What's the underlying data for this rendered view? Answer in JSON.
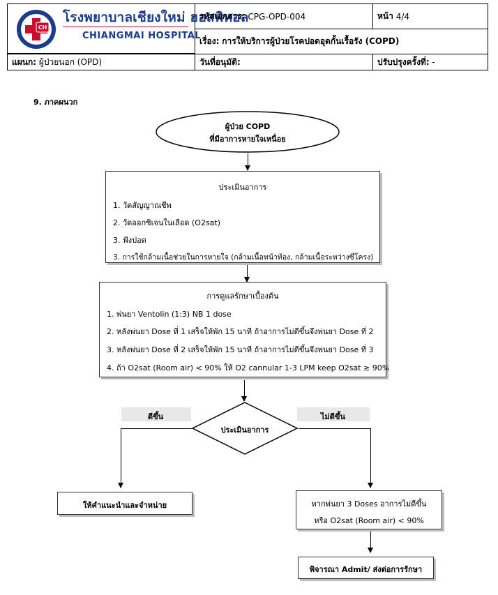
{
  "header": {
    "logo_text_thai": "โรงพยาบาลเชียงใหม่ ฮอสพิทอล",
    "logo_text_en": "CHIANGMAI HOSPITAL",
    "logo_badge": "CH",
    "doc_code_label": "รหัสเอกสาร:",
    "doc_code_value": "CPG-OPD-004",
    "page_label": "หน้า",
    "page_value": "4/4",
    "subject_label": "เรื่อง:",
    "subject_value": "การให้บริการผู้ป่วยโรคปอดอุดกั้นเรื้อรัง (COPD)",
    "dept_label": "แผนก:",
    "dept_value": "ผู้ป่วยนอก (OPD)",
    "approve_label": "วันที่อนุมัติ:",
    "approve_value": "",
    "revision_label": "ปรับปรุงครั้งที่:",
    "revision_value": "-"
  },
  "section_title": "9. ภาคผนวก",
  "flow": {
    "start_line1": "ผู้ป่วย COPD",
    "start_line2": "ที่มีอาการหายใจเหนื่อย",
    "assess_title": "ประเมินอาการ",
    "assess_items": [
      "1. วัดสัญญาณชีพ",
      "2. วัดออกซิเจนในเลือด (O2sat)",
      "3. ฟังปอด",
      "3. การใช้กล้ามเนื้อช่วยในการหายใจ (กล้ามเนื้อหน้าท้อง, กล้ามเนื้อระหว่างซี่โครง)"
    ],
    "treat_title": "การดูแลรักษาเบื้องต้น",
    "treat_items": [
      "1. พ่นยา Ventolin (1:3) NB 1 dose",
      "2. หลังพ่นยา Dose ที่ 1 เสร็จให้พัก 15 นาที   ถ้าอาการไม่ดีขึ้นจึงพ่นยา Dose ที่ 2",
      "3. หลังพ่นยา Dose ที่ 2 เสร็จให้พัก 15 นาที   ถ้าอาการไม่ดีขึ้นจึงพ่นยา Dose ที่ 3",
      "4. ถ้า O2sat (Room air) < 90% ให้ O2 cannular 1-3 LPM keep O2sat ≥ 90%"
    ],
    "decision": "ประเมินอาการ",
    "branch_better": "ดีขึ้น",
    "branch_not_better": "ไม่ดีขึ้น",
    "better_result": "ให้คำแนะนำและจำหน่าย",
    "not_better_line1": "หากพ่นยา 3 Doses อาการไม่ดีขึ้น",
    "not_better_line2": "หรือ O2sat (Room air) < 90%",
    "final": "พิจารณา Admit/ ส่งต่อการรักษา"
  }
}
